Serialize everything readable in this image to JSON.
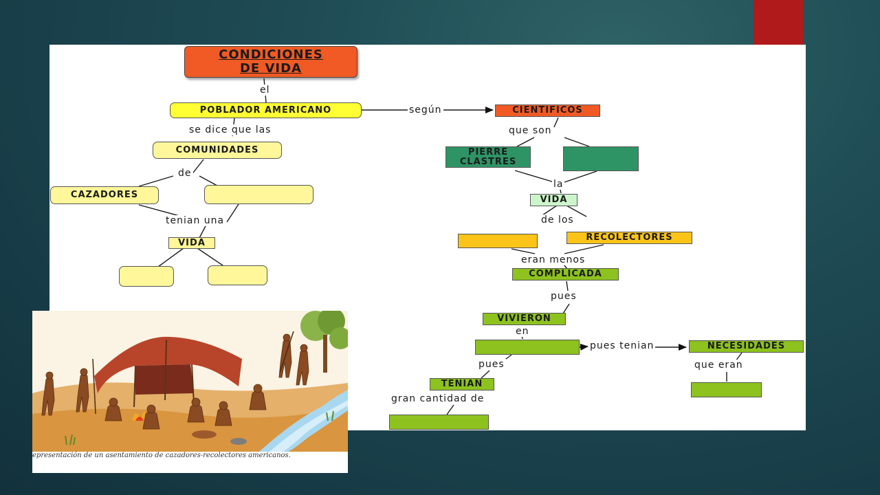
{
  "diagram": {
    "title_line1": "CONDICIONES",
    "title_line2": "DE VIDA",
    "nodes": {
      "poblador": "POBLADOR AMERICANO",
      "comunidades": "COMUNIDADES",
      "cazadores": "CAZADORES",
      "vida_left": "VIDA",
      "cientificos": "CIENTIFICOS",
      "pierre_line1": "PIERRE",
      "pierre_line2": "CLASTRES",
      "vida_right": "VIDA",
      "recolectores": "RECOLECTORES",
      "complicada": "COMPLICADA",
      "vivieron": "VIVIERON",
      "tenian": "TENIAN",
      "necesidades": "NECESIDADES"
    },
    "links": {
      "el": "el",
      "segun": "según",
      "se_dice": "se dice que las",
      "de": "de",
      "tenian_una": "tenian una",
      "que_son": "que son",
      "la": "la",
      "de_los": "de los",
      "eran_menos": "eran menos",
      "pues_1": "pues",
      "en": "en",
      "pues_tenian": "pues tenian",
      "pues_2": "pues",
      "que_eran": "que eran",
      "gran_cantidad": "gran cantidad de"
    },
    "colors": {
      "orange": "#f15a24",
      "yellow": "#ffff33",
      "pale_yellow": "#fff79a",
      "dark_green": "#2e9466",
      "light_green": "#ccf5cc",
      "amber": "#fcc419",
      "lime": "#8dc21f"
    }
  },
  "photo": {
    "caption": "epresentación de un asentamiento de cazadores-recolectores americanos."
  }
}
